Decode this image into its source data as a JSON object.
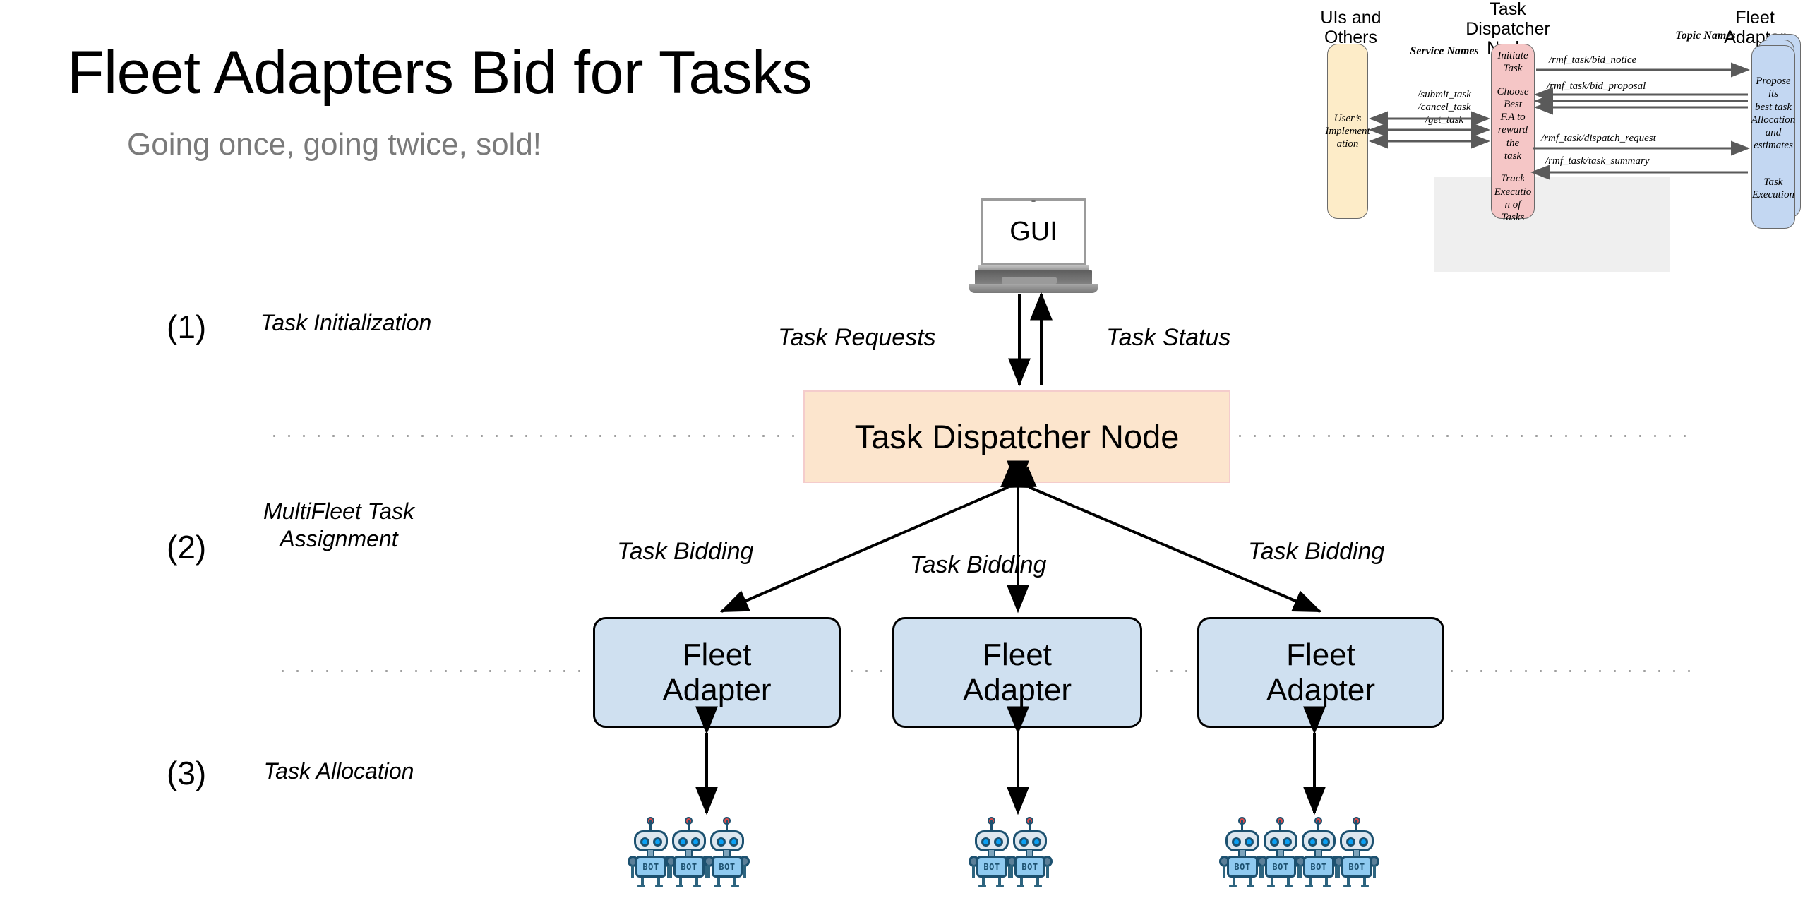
{
  "title": "Fleet Adapters Bid for Tasks",
  "subtitle": "Going once, going twice, sold!",
  "steps": [
    {
      "num": "(1)",
      "label": "Task Initialization"
    },
    {
      "num": "(2)",
      "label": "MultiFleet Task\nAssignment"
    },
    {
      "num": "(3)",
      "label": "Task Allocation"
    }
  ],
  "main": {
    "gui_label": "GUI",
    "task_dispatcher_node": "Task Dispatcher Node",
    "flow_labels": {
      "task_requests": "Task Requests",
      "task_status": "Task Status",
      "task_bidding_left": "Task Bidding",
      "task_bidding_center": "Task Bidding",
      "task_bidding_right": "Task Bidding"
    },
    "fleet_adapters": [
      {
        "line1": "Fleet",
        "line2": "Adapter",
        "robot_count": 3
      },
      {
        "line1": "Fleet",
        "line2": "Adapter",
        "robot_count": 2
      },
      {
        "line1": "Fleet",
        "line2": "Adapter",
        "robot_count": 4
      }
    ],
    "robot_label": "BOT"
  },
  "inset": {
    "headings": {
      "uis_and_others": "UIs and\nOthers",
      "task_dispatcher_node": "Task\nDispatcher\nNode",
      "fleet_adapter": "Fleet\nAdapter"
    },
    "notes": {
      "service_names": "Service Names",
      "topic_names": "Topic Names"
    },
    "services": "/submit_task\n/cancel_task\n/get_task",
    "topics": [
      "/rmf_task/bid_notice",
      "/rmf_task/bid_proposal",
      "/rmf_task/dispatch_request",
      "/rmf_task/task_summary"
    ],
    "columns": {
      "uis": [
        "User’s",
        "Implement",
        "ation"
      ],
      "dispatcher": [
        [
          "Initiate",
          "Task"
        ],
        [
          "Choose Best",
          "F.A to",
          "reward the",
          "task"
        ],
        [
          "Track",
          "Executio",
          "n of",
          "Tasks"
        ]
      ],
      "fleet": [
        [
          "Propose its",
          "best task",
          "Allocation",
          "and",
          "estimates"
        ],
        [
          "Task",
          "Execution"
        ]
      ]
    }
  },
  "colors": {
    "dispatcher_fill": "#fce5cd",
    "dispatcher_border": "#f4cccc",
    "fleet_fill": "#cfe0f0",
    "inset_uis_fill": "#fdecc8",
    "inset_dispatcher_fill": "#f5c6c6",
    "inset_fleet_fill": "#c3d7f2",
    "subtitle_gray": "#7a7a7a",
    "dotline_gray": "#9e9e9e"
  }
}
